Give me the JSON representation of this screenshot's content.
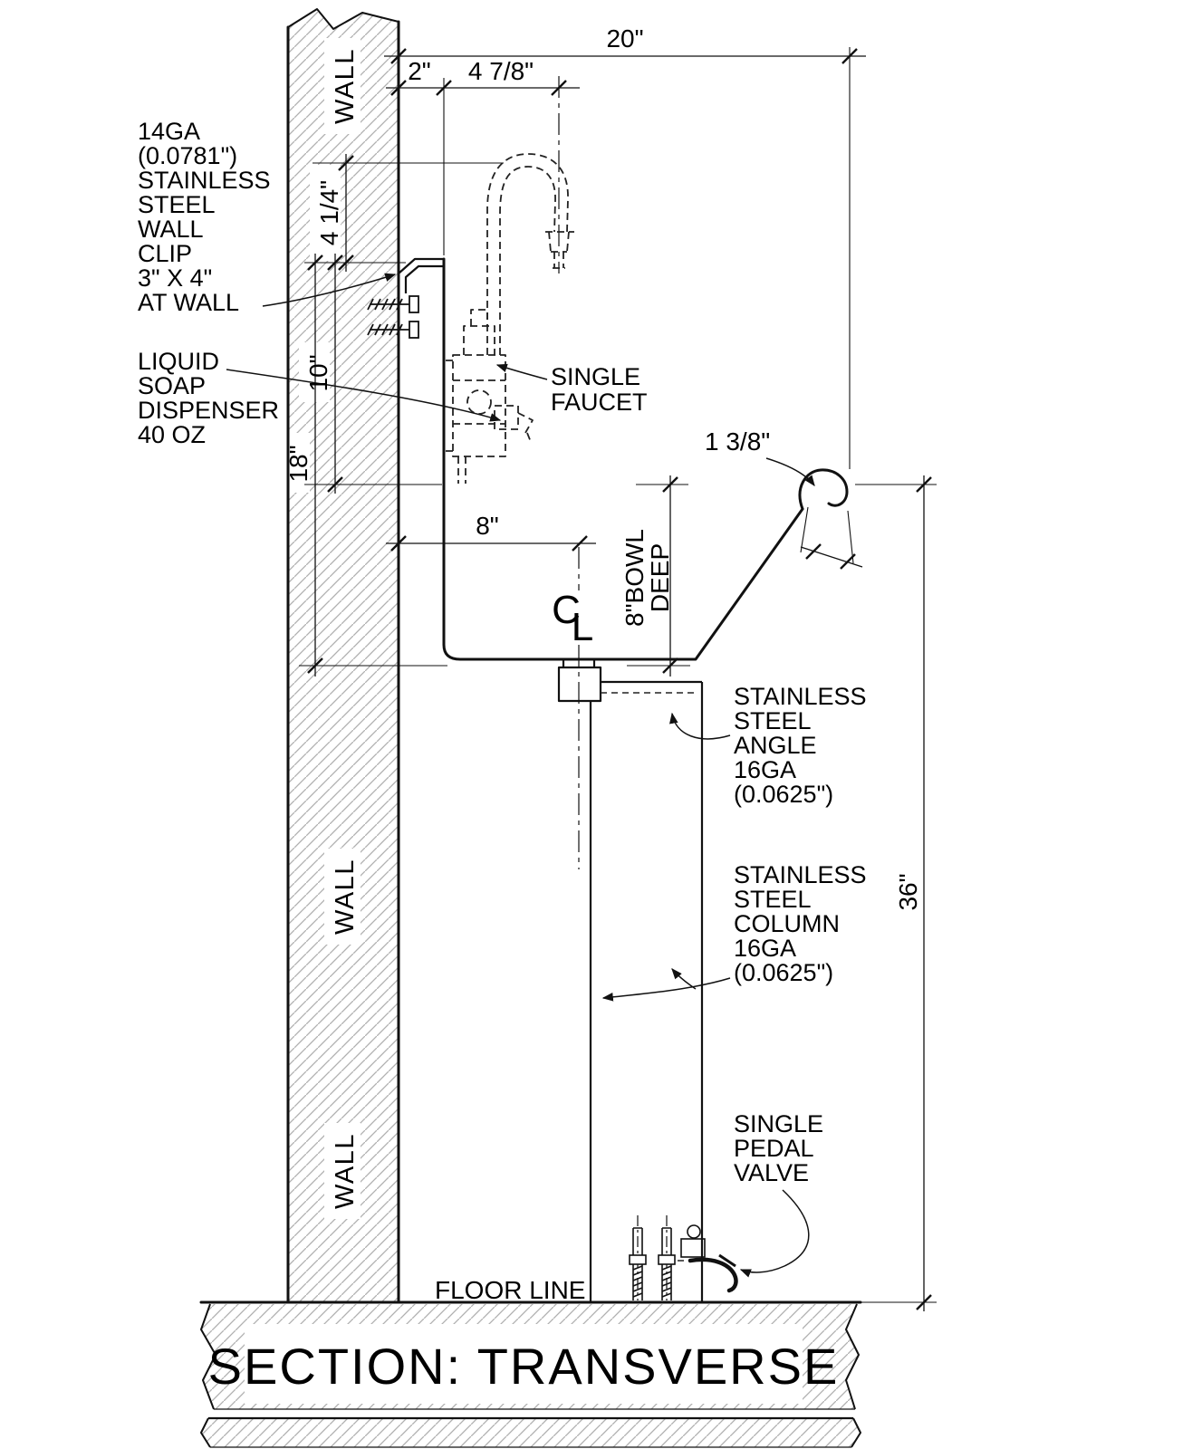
{
  "drawing": {
    "title": "SECTION: TRANSVERSE",
    "floor_line": "FLOOR LINE",
    "wall_labels": [
      "WALL",
      "WALL",
      "WALL"
    ],
    "centerline": {
      "c": "C",
      "l": "L"
    },
    "dims": {
      "overall": "20\"",
      "wall_gap": "2\"",
      "faucet_offset": "4 7/8\"",
      "spout_to_clip": "4 1/4\"",
      "clip_to_rim": "10\"",
      "clip_to_bottom": "18\"",
      "drain_offset": "8\"",
      "rim_roll": "1 3/8\"",
      "bowl_deep_1": "8\"BOWL",
      "bowl_deep_2": "DEEP",
      "height": "36\""
    },
    "callouts": {
      "wall_clip": [
        "14GA",
        "(0.0781\")",
        "STAINLESS",
        "STEEL",
        "WALL",
        "CLIP",
        "3\" X 4\"",
        "AT WALL"
      ],
      "soap": [
        "LIQUID",
        "SOAP",
        "DISPENSER",
        "40 OZ"
      ],
      "faucet": [
        "SINGLE",
        "FAUCET"
      ],
      "angle": [
        "STAINLESS",
        "STEEL",
        "ANGLE",
        "16GA",
        "(0.0625\")"
      ],
      "column": [
        "STAINLESS",
        "STEEL",
        "COLUMN",
        "16GA",
        "(0.0625\")"
      ],
      "pedal": [
        "SINGLE",
        "PEDAL",
        "VALVE"
      ]
    }
  }
}
